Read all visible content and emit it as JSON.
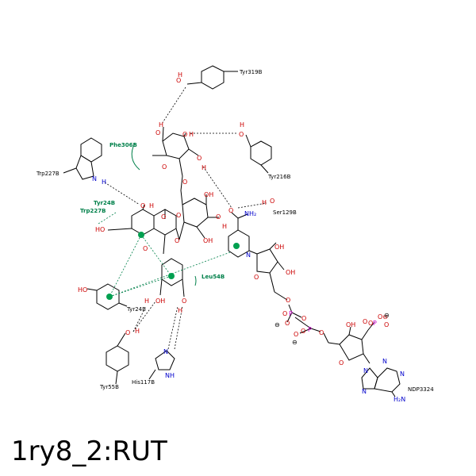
{
  "title": "1ry8_2:RUT",
  "colors": {
    "bond": "#000000",
    "oxygen": "#cc0000",
    "nitrogen": "#0000cc",
    "phosphorus": "#cc00cc",
    "hydrophobic": "#00804a",
    "hbond": "#000000"
  },
  "residues": {
    "tyr319": "Tyr319B",
    "tyr216": "Tyr216B",
    "ser129": "Ser129B",
    "trp227": "Trp227B",
    "phe306": "Phe306B",
    "tyr24_green": "Tyr24B",
    "trp227_green": "Trp227B",
    "leu54": "Leu54B",
    "tyr24": "Tyr24B",
    "tyr55": "Tyr55B",
    "his117": "His117B",
    "ndp": "NDP3324"
  },
  "atoms": {
    "o": "O",
    "h": "H",
    "n": "N",
    "nh": "NH",
    "nh2": "NH₂",
    "ho": "HO",
    "oh": "OH",
    "p": "P",
    "minus": "⊖",
    "h2n": "H₂N",
    "o_minus": "O⊖",
    "n_plus": "N"
  }
}
